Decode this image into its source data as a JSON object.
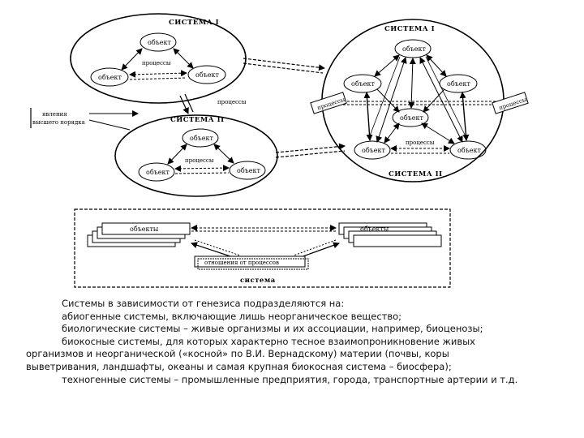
{
  "diagram": {
    "left_system": {
      "title_top": "СИСТЕМА I",
      "title_bottom": "СИСТЕМА II",
      "object": "объект",
      "process": "процессы"
    },
    "right_system": {
      "title_top": "СИСТЕМА I",
      "title_bottom": "СИСТЕМА II",
      "object": "объект",
      "process": "процессы"
    },
    "between_label": "процессы",
    "side_label_line1": "явления",
    "side_label_line2": "высшего порядка",
    "bottom_panel": {
      "left_stack": "объекты",
      "right_stack": "объекты",
      "relations": "отношения от процессов",
      "caption": "система"
    }
  },
  "text": {
    "line1": "Системы в зависимости от генезиса подразделяются на:",
    "line2": "абиогенные системы, включающие лишь неорганическое вещество;",
    "line3": "биологические системы – живые организмы и их ассоциации, например, биоценозы;",
    "line4": "биокосные системы, для которых характерно тесное взаимопроникновение живых",
    "line5": "организмов и неорганической («косной» по В.И. Вернадскому) материи (почвы, коры",
    "line6": "выветривания, ландшафты, океаны и самая крупная биокосная система – биосфера);",
    "line7": "техногенные системы – промышленные предприятия, города, транспортные артерии и т.д."
  }
}
